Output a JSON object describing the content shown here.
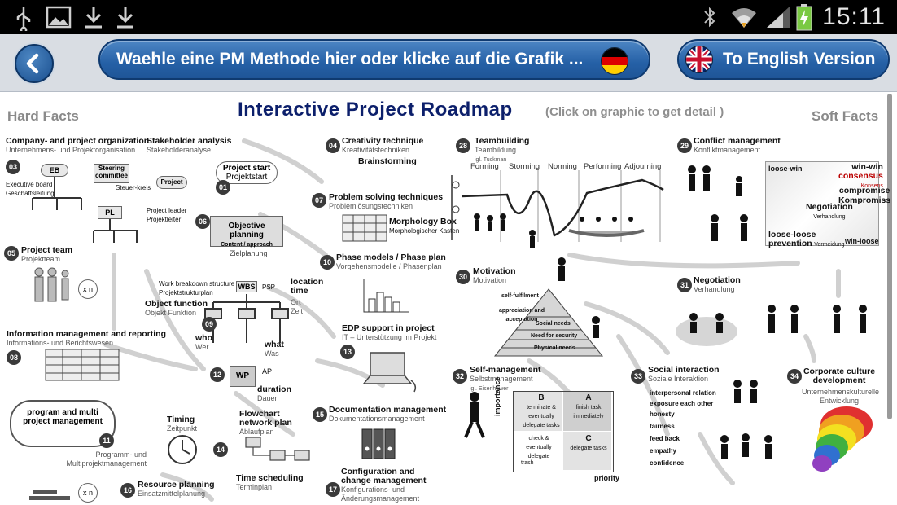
{
  "status_bar": {
    "time": "15:11"
  },
  "header": {
    "back_label": "",
    "method_button": "Waehle eine PM Methode hier oder klicke auf die Grafik ...",
    "english_button": "To English Version"
  },
  "roadmap": {
    "left_heading": "Hard Facts",
    "right_heading": "Soft Facts",
    "title": "Interactive Project Roadmap",
    "subtitle": "(Click on graphic to get detail )",
    "items": [
      {
        "n": "03",
        "t": "Company- and project organization",
        "s": "Unternehmens- und Projektorganisation"
      },
      {
        "n": "",
        "t": "Stakeholder analysis",
        "s": "Stakeholderanalyse"
      },
      {
        "n": "01",
        "t": "Project start",
        "s": "Projektstart"
      },
      {
        "n": "04",
        "t": "Creativity technique",
        "s": "Kreativitätstechniken"
      },
      {
        "n": "07",
        "t": "Problem solving techniques",
        "s": "Problemlösungstechniken"
      },
      {
        "n": "06",
        "t": "Objective planning",
        "s": "Zielplanung"
      },
      {
        "n": "05",
        "t": "Project team",
        "s": "Projektteam"
      },
      {
        "n": "10",
        "t": "Phase models / Phase plan",
        "s": "Vorgehensmodelle / Phasenplan"
      },
      {
        "n": "09",
        "t": "Object function",
        "s": "Objekt Funktion"
      },
      {
        "n": "08",
        "t": "Information management and reporting",
        "s": "Informations- und Berichtswesen"
      },
      {
        "n": "13",
        "t": "EDP support in project",
        "s": "IT – Unterstützung im Projekt"
      },
      {
        "n": "12",
        "t": "WP",
        "s": ""
      },
      {
        "n": "11",
        "t": "program and multi project management",
        "s": "Programm- und Multiprojektmanagement"
      },
      {
        "n": "",
        "t": "Timing",
        "s": "Zeitpunkt"
      },
      {
        "n": "14",
        "t": "Flowchart network plan",
        "s": "Ablaufplan"
      },
      {
        "n": "15",
        "t": "Documentation management",
        "s": "Dokumentationsmanagement"
      },
      {
        "n": "16",
        "t": "Resource planning",
        "s": "Einsatzmittelplanung"
      },
      {
        "n": "",
        "t": "Time scheduling",
        "s": "Terminplan"
      },
      {
        "n": "17",
        "t": "Configuration and change management",
        "s": "Konfigurations- und Änderungsmanagement"
      },
      {
        "n": "28",
        "t": "Teambuilding",
        "s": "Teambildung"
      },
      {
        "n": "29",
        "t": "Conflict management",
        "s": "Konfliktmanagement"
      },
      {
        "n": "30",
        "t": "Motivation",
        "s": "Motivation"
      },
      {
        "n": "31",
        "t": "Negotiation",
        "s": "Verhandlung"
      },
      {
        "n": "32",
        "t": "Self-management",
        "s": "Selbstmanagement"
      },
      {
        "n": "33",
        "t": "Social interaction",
        "s": "Soziale Interaktion"
      },
      {
        "n": "34",
        "t": "Corporate culture development",
        "s": "Unternehmenskulturelle Entwicklung"
      }
    ],
    "small_texts": {
      "eb": "EB",
      "steering": "Steering committee",
      "pl": "PL",
      "project": "Project",
      "exec_board": "Executive board",
      "gesch": "Geschäftsleitung",
      "steuer": "Steuer-kreis",
      "leader": "Project leader",
      "projleiter": "Projektleiter",
      "brainstorming": "Brainstorming",
      "morph": "Morphology Box",
      "morph_de": "Morphologischer Kasten",
      "content": "Content / approach",
      "wbs": "WBS",
      "psp": "PSP",
      "wbs_label": "Work breakdown  structure",
      "wbs_de": "Projektstrukturplan",
      "location": "location time",
      "ort": "Ort",
      "zeit": "Zeit",
      "who": "who",
      "wer": "Wer",
      "what": "what",
      "was": "Was",
      "ap": "AP",
      "duration": "duration",
      "dauer": "Dauer",
      "xn": "x n",
      "stages": [
        "Forming",
        "Storming",
        "Norming",
        "Performing",
        "Adjourning"
      ],
      "tuckman": "igl. Tuckman",
      "loose_win": "loose-win",
      "win_win": "win-win",
      "consensus": "consensus",
      "konsens": "Konsens",
      "compromise": "compromise",
      "kompromiss": "Kompromiss",
      "negotiation_mid": "Negotiation",
      "verhandlung": "Verhandlung",
      "loose_loose": "loose-loose",
      "prevention": "prevention",
      "vermeidung": "Vermeidung",
      "win_loose": "win-loose",
      "pyramid": [
        "self-fulfilment",
        "appreciation and acceptation",
        "Social needs",
        "Need for security",
        "Physical needs"
      ],
      "importance": "importance",
      "priority": "priority",
      "quad_b": "B",
      "quad_a": "A",
      "quad_c": "C",
      "terminate": "terminate & eventually delegate tasks",
      "finish": "finish task immediately",
      "check": "check & eventually delegate",
      "delegate": "delegate tasks",
      "trash": "trash",
      "eisenhower": "igl. Eisenhower",
      "social_list": [
        "interpersonal relation",
        "exposure each other",
        "honesty",
        "fairness",
        "feed back",
        "empathy",
        "confidence"
      ]
    }
  }
}
